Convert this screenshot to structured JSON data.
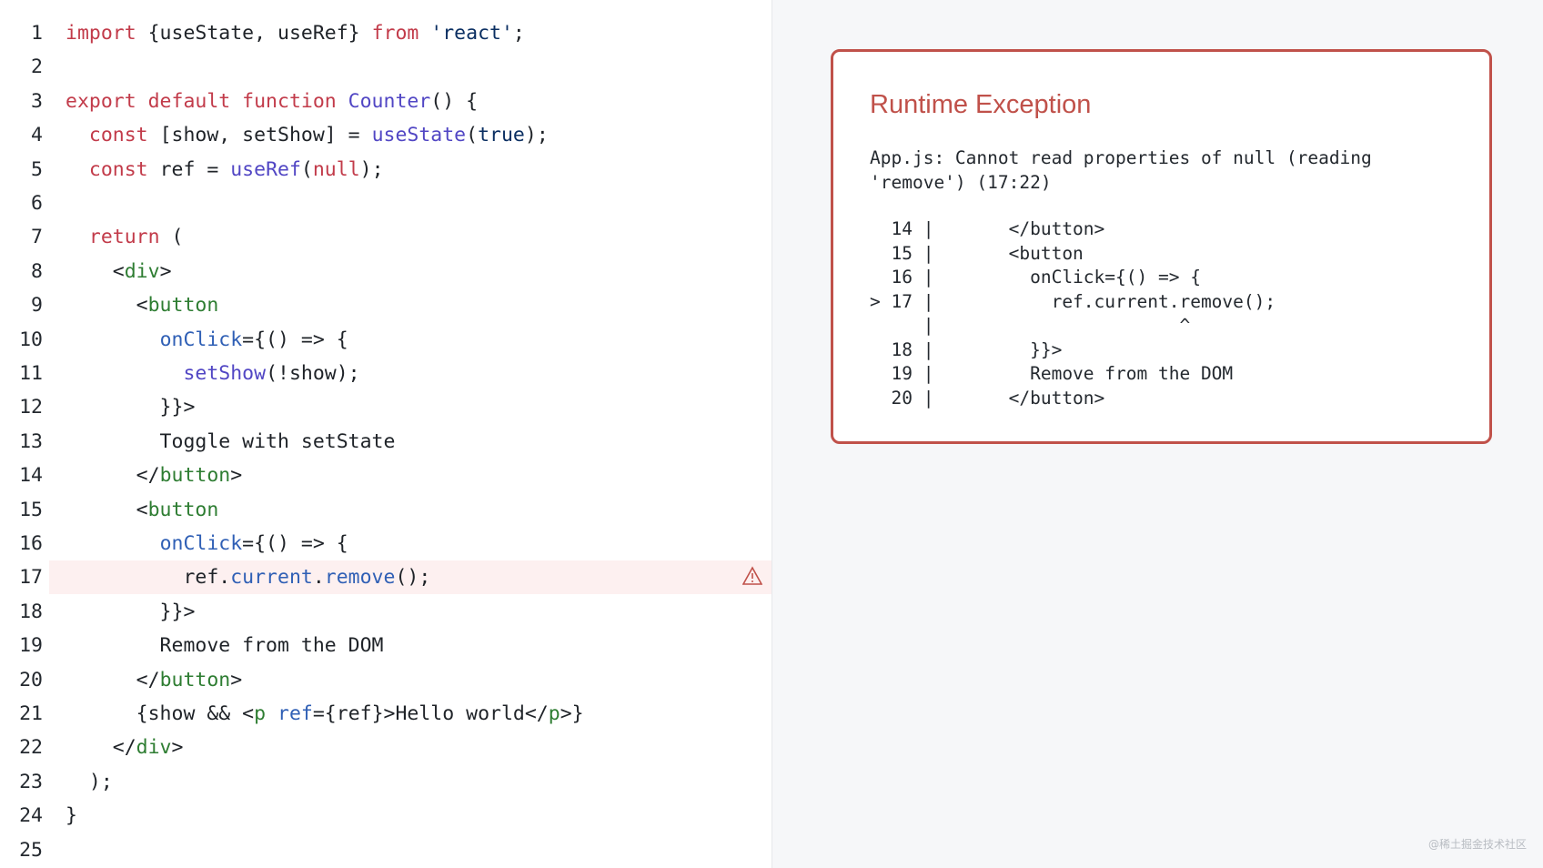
{
  "editor": {
    "error_line": 17,
    "lines": [
      {
        "n": "1",
        "tokens": [
          [
            "import",
            "k"
          ],
          [
            " {useState, useRef} ",
            "p"
          ],
          [
            "from",
            "k"
          ],
          [
            " ",
            "p"
          ],
          [
            "'react'",
            "s"
          ],
          [
            ";",
            "p"
          ]
        ]
      },
      {
        "n": "2",
        "tokens": []
      },
      {
        "n": "3",
        "tokens": [
          [
            "export default function",
            "k"
          ],
          [
            " ",
            "p"
          ],
          [
            "Counter",
            "f"
          ],
          [
            "() {",
            "p"
          ]
        ]
      },
      {
        "n": "4",
        "tokens": [
          [
            "  ",
            "p"
          ],
          [
            "const",
            "k"
          ],
          [
            " [show, setShow] = ",
            "p"
          ],
          [
            "useState",
            "f"
          ],
          [
            "(",
            "p"
          ],
          [
            "true",
            "s"
          ],
          [
            ");",
            "p"
          ]
        ]
      },
      {
        "n": "5",
        "tokens": [
          [
            "  ",
            "p"
          ],
          [
            "const",
            "k"
          ],
          [
            " ref = ",
            "p"
          ],
          [
            "useRef",
            "f"
          ],
          [
            "(",
            "p"
          ],
          [
            "null",
            "k"
          ],
          [
            ");",
            "p"
          ]
        ]
      },
      {
        "n": "6",
        "tokens": []
      },
      {
        "n": "7",
        "tokens": [
          [
            "  ",
            "p"
          ],
          [
            "return",
            "k"
          ],
          [
            " (",
            "p"
          ]
        ]
      },
      {
        "n": "8",
        "tokens": [
          [
            "    <",
            "p"
          ],
          [
            "div",
            "t"
          ],
          [
            ">",
            "p"
          ]
        ]
      },
      {
        "n": "9",
        "tokens": [
          [
            "      <",
            "p"
          ],
          [
            "button",
            "t"
          ]
        ]
      },
      {
        "n": "10",
        "tokens": [
          [
            "        ",
            "p"
          ],
          [
            "onClick",
            "a"
          ],
          [
            "={() => {",
            "p"
          ]
        ]
      },
      {
        "n": "11",
        "tokens": [
          [
            "          ",
            "p"
          ],
          [
            "setShow",
            "f"
          ],
          [
            "(!show);",
            "p"
          ]
        ]
      },
      {
        "n": "12",
        "tokens": [
          [
            "        }}>",
            "p"
          ]
        ]
      },
      {
        "n": "13",
        "tokens": [
          [
            "        Toggle with setState",
            "p"
          ]
        ]
      },
      {
        "n": "14",
        "tokens": [
          [
            "      </",
            "p"
          ],
          [
            "button",
            "t"
          ],
          [
            ">",
            "p"
          ]
        ]
      },
      {
        "n": "15",
        "tokens": [
          [
            "      <",
            "p"
          ],
          [
            "button",
            "t"
          ]
        ]
      },
      {
        "n": "16",
        "tokens": [
          [
            "        ",
            "p"
          ],
          [
            "onClick",
            "a"
          ],
          [
            "={() => {",
            "p"
          ]
        ]
      },
      {
        "n": "17",
        "tokens": [
          [
            "          ref.",
            "p"
          ],
          [
            "current",
            "a"
          ],
          [
            ".",
            "p"
          ],
          [
            "remove",
            "a"
          ],
          [
            "();",
            "p"
          ]
        ]
      },
      {
        "n": "18",
        "tokens": [
          [
            "        }}>",
            "p"
          ]
        ]
      },
      {
        "n": "19",
        "tokens": [
          [
            "        Remove from the DOM",
            "p"
          ]
        ]
      },
      {
        "n": "20",
        "tokens": [
          [
            "      </",
            "p"
          ],
          [
            "button",
            "t"
          ],
          [
            ">",
            "p"
          ]
        ]
      },
      {
        "n": "21",
        "tokens": [
          [
            "      {show && <",
            "p"
          ],
          [
            "p",
            "t"
          ],
          [
            " ",
            "p"
          ],
          [
            "ref",
            "a"
          ],
          [
            "={ref}>Hello world</",
            "p"
          ],
          [
            "p",
            "t"
          ],
          [
            ">}",
            "p"
          ]
        ]
      },
      {
        "n": "22",
        "tokens": [
          [
            "    </",
            "p"
          ],
          [
            "div",
            "t"
          ],
          [
            ">",
            "p"
          ]
        ]
      },
      {
        "n": "23",
        "tokens": [
          [
            "  );",
            "p"
          ]
        ]
      },
      {
        "n": "24",
        "tokens": [
          [
            "}",
            "p"
          ]
        ]
      },
      {
        "n": "25",
        "tokens": []
      }
    ]
  },
  "error_panel": {
    "title": "Runtime Exception",
    "message": "App.js: Cannot read properties of null (reading 'remove') (17:22)",
    "frame": [
      "  14 |       </button>",
      "  15 |       <button",
      "  16 |         onClick={() => {",
      "> 17 |           ref.current.remove();",
      "     |                       ^",
      "  18 |         }}>",
      "  19 |         Remove from the DOM",
      "  20 |       </button>"
    ],
    "accent_color": "#c0514a"
  },
  "watermark": "@稀土掘金技术社区"
}
